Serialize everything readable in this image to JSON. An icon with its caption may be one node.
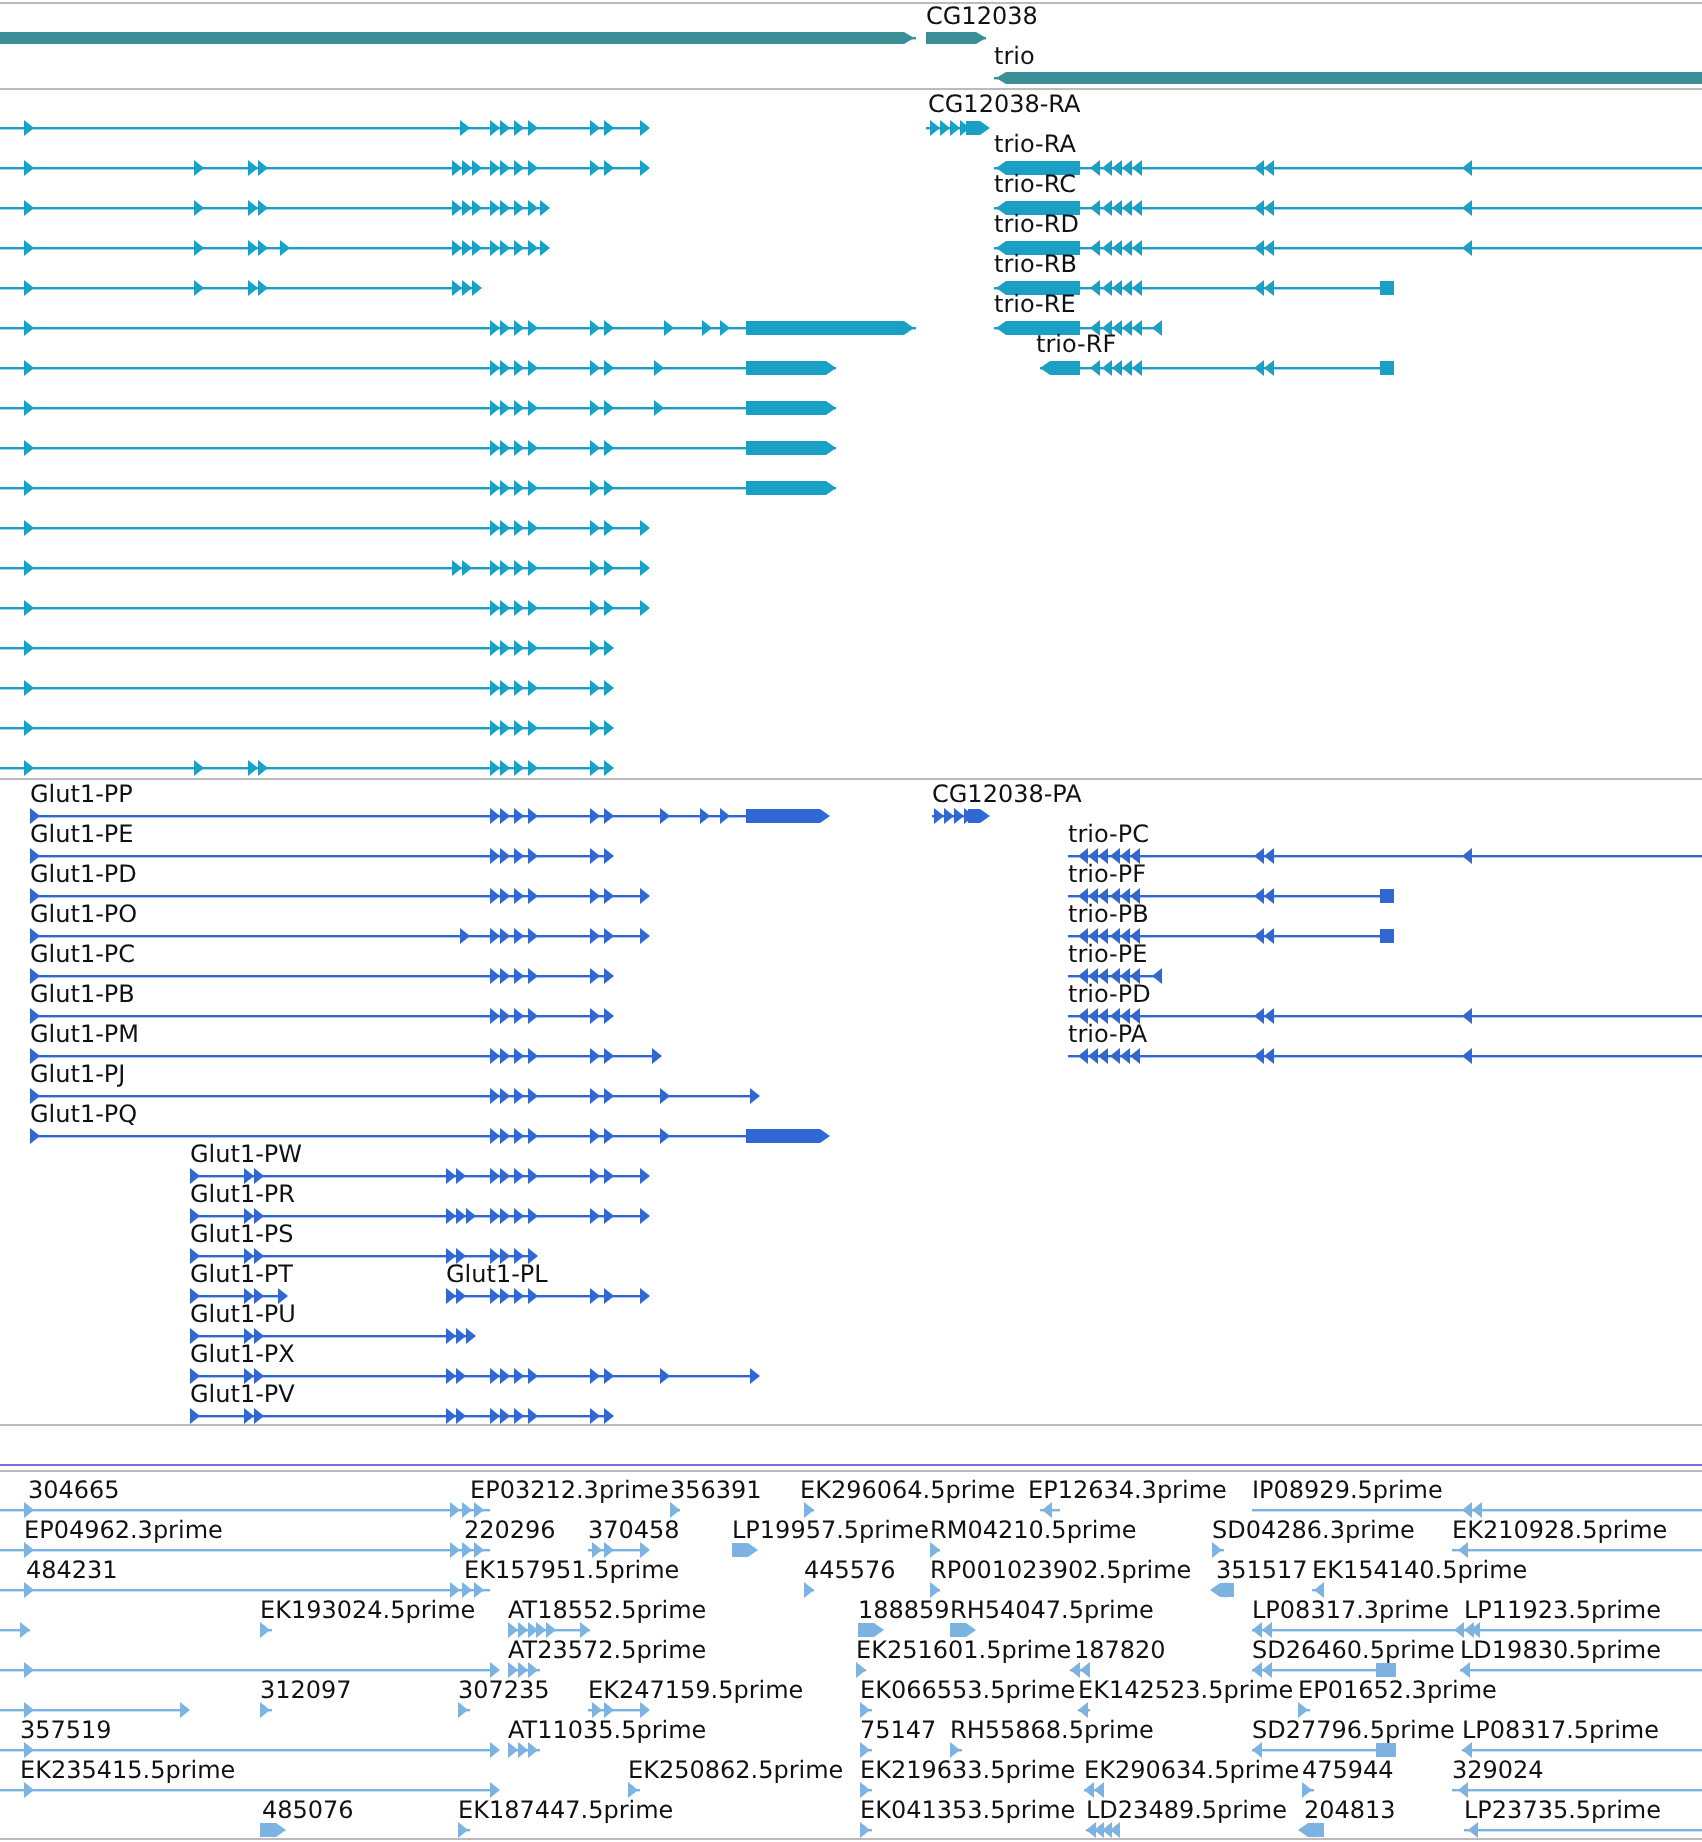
{
  "diagram": {
    "labels": [
      "CG12038",
      "trio",
      "CG12038-RA",
      "trio-RA",
      "trio-RC",
      "trio-RD",
      "trio-RB",
      "trio-RE",
      "trio-RF",
      "Glut1-PP",
      "CG12038-PA",
      "Glut1-PE",
      "trio-PC",
      "Glut1-PD",
      "trio-PF",
      "Glut1-PO",
      "trio-PB",
      "Glut1-PC",
      "trio-PE",
      "Glut1-PB",
      "trio-PD",
      "Glut1-PM",
      "trio-PA",
      "Glut1-PJ",
      "Glut1-PQ",
      "Glut1-PW",
      "Glut1-PR",
      "Glut1-PS",
      "Glut1-PT",
      "Glut1-PL",
      "Glut1-PU",
      "Glut1-PX",
      "Glut1-PV",
      "304665",
      "EP03212.3prime",
      "356391",
      "EK296064.5prime",
      "EP12634.3prime",
      "IP08929.5prime",
      "EP04962.3prime",
      "220296",
      "370458",
      "LP19957.5prime",
      "RM04210.5prime",
      "SD04286.3prime",
      "EK210928.5prime",
      "484231",
      "EK157951.5prime",
      "445576",
      "RP001023902.5prime",
      "351517",
      "EK154140.5prime",
      "EK193024.5prime",
      "AT18552.5prime",
      "188859",
      "RH54047.5prime",
      "LP08317.3prime",
      "LP11923.5prime",
      "AT23572.5prime",
      "EK251601.5prime",
      "187820",
      "SD26460.5prime",
      "LD19830.5prime",
      "312097",
      "307235",
      "EK247159.5prime",
      "EK066553.5prime",
      "EK142523.5prime",
      "EP01652.3prime",
      "357519",
      "AT11035.5prime",
      "75147",
      "RH55868.5prime",
      "SD27796.5prime",
      "LP08317.5prime",
      "EK235415.5prime",
      "EK250862.5prime",
      "EK219633.5prime",
      "EK290634.5prime",
      "475944",
      "329024",
      "485076",
      "EK187447.5prime",
      "EK041353.5prime",
      "LD23489.5prime",
      "204813",
      "LP23735.5prime"
    ]
  }
}
